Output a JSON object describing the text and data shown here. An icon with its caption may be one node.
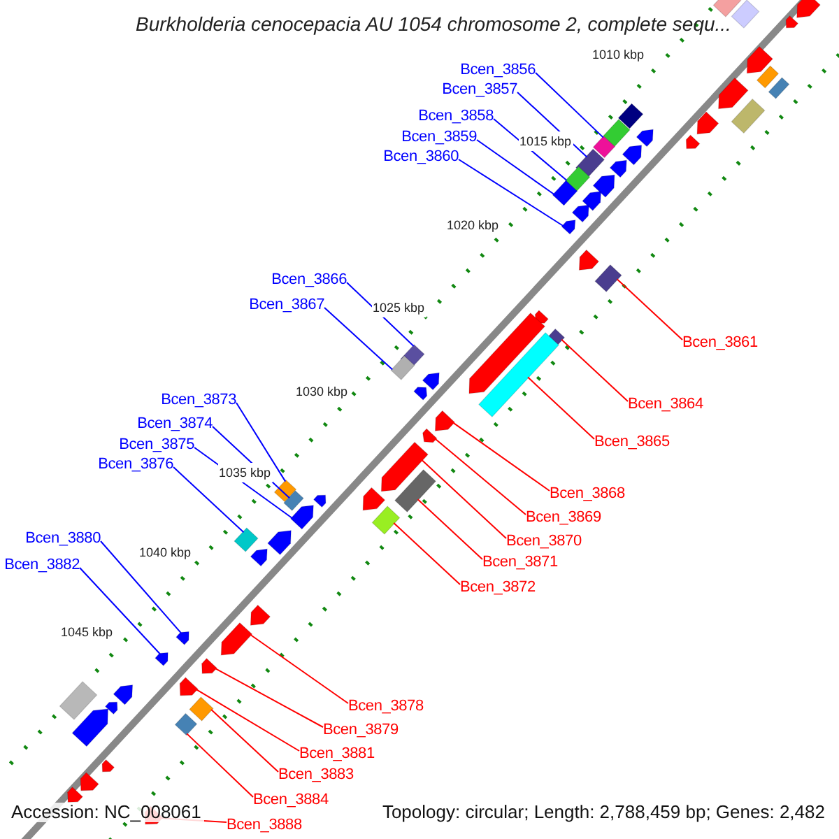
{
  "diagram": {
    "title": "Burkholderia cenocepacia AU 1054 chromosome 2, complete sequ...",
    "nodes": [
      {
        "text": [
          "Bcen_3856"
        ]
      },
      {
        "text": [
          "Bcen_3857"
        ]
      },
      {
        "text": [
          "Bcen_3858"
        ]
      },
      {
        "text": [
          "Bcen_3859"
        ]
      },
      {
        "text": [
          "Bcen_3860"
        ]
      },
      {
        "text": [
          "Bcen_3866"
        ]
      },
      {
        "text": [
          "Bcen_3867"
        ]
      },
      {
        "text": [
          "Bcen_3861"
        ]
      },
      {
        "text": [
          "Bcen_3873"
        ]
      },
      {
        "text": [
          "Bcen_3864"
        ]
      },
      {
        "text": [
          "Bcen_3874"
        ]
      },
      {
        "text": [
          "Bcen_3865"
        ]
      },
      {
        "text": [
          "Bcen_3875"
        ]
      },
      {
        "text": [
          "Bcen_3876"
        ]
      },
      {
        "text": [
          "Bcen_3868"
        ]
      },
      {
        "text": [
          "Bcen_3869"
        ]
      },
      {
        "text": [
          "Bcen_3880"
        ]
      },
      {
        "text": [
          "Bcen_3870"
        ]
      },
      {
        "text": [
          "Bcen_3871"
        ]
      },
      {
        "text": [
          "Bcen_3882"
        ]
      },
      {
        "text": [
          "Bcen_3872"
        ]
      },
      {
        "text": [
          "Bcen_3878"
        ]
      },
      {
        "text": [
          "Bcen_3879"
        ]
      },
      {
        "text": [
          "Bcen_3881"
        ]
      },
      {
        "text": [
          "Bcen_3883"
        ]
      },
      {
        "text": [
          "Bcen_3884"
        ]
      },
      {
        "text": [
          "Bcen_3888"
        ]
      },
      {
        "text": [],
        "shape": "diamond"
      },
      {
        "text": [],
        "shape": "box"
      },
      {
        "text": [],
        "shape": "box"
      },
      {
        "text": [],
        "shape": "box"
      },
      {
        "text": [],
        "shape": "pentagon"
      },
      {
        "text": [],
        "shape": "box"
      },
      {
        "text": [],
        "shape": "box"
      },
      {
        "text": [],
        "shape": "box"
      },
      {
        "text": [],
        "shape": "diamond"
      },
      {
        "text": [],
        "shape": "diamond"
      },
      {
        "text": [],
        "shape": "box"
      },
      {
        "text": [],
        "shape": "box"
      },
      {
        "text": [],
        "shape": "pentagon"
      },
      {
        "text": [],
        "shape": "diamond"
      },
      {
        "text": [],
        "shape": "pentagon"
      },
      {
        "text": [],
        "shape": "pentagon"
      },
      {
        "text": [],
        "shape": "pentagon"
      },
      {
        "text": [],
        "shape": "pentagon"
      },
      {
        "text": [],
        "shape": "box"
      },
      {
        "text": [],
        "shape": "pentagon"
      },
      {
        "text": [],
        "shape": "box"
      },
      {
        "text": [],
        "shape": "pentagon"
      },
      {
        "text": [],
        "shape": "pentagon"
      },
      {
        "text": [],
        "shape": "pentagon"
      },
      {
        "text": [],
        "shape": "diamond"
      },
      {
        "text": [],
        "shape": "diamond"
      },
      {
        "text": [],
        "shape": "pentagon"
      },
      {
        "text": [],
        "shape": "box"
      },
      {
        "text": [],
        "shape": "box"
      },
      {
        "text": [],
        "shape": "pentagon"
      },
      {
        "text": [],
        "shape": "pentagon"
      },
      {
        "text": [],
        "shape": "pentagon"
      },
      {
        "text": [],
        "shape": "box"
      },
      {
        "text": [],
        "shape": "box"
      },
      {
        "text": [],
        "shape": "pentagon"
      },
      {
        "text": [],
        "shape": "box"
      },
      {
        "text": [],
        "shape": "box"
      },
      {
        "text": [],
        "shape": "pentagon"
      },
      {
        "text": [],
        "shape": "box"
      },
      {
        "text": [],
        "shape": "pentagon"
      },
      {
        "text": [],
        "shape": "pentagon"
      },
      {
        "text": [],
        "shape": "pentagon"
      },
      {
        "text": [],
        "shape": "pentagon"
      },
      {
        "text": [],
        "shape": "pentagon"
      },
      {
        "text": [],
        "shape": "pentagon"
      },
      {
        "text": [],
        "shape": "pentagon"
      },
      {
        "text": [],
        "shape": "pentagon"
      },
      {
        "text": [],
        "shape": "pentagon"
      },
      {
        "text": [],
        "shape": "pentagon"
      },
      {
        "text": [],
        "shape": "pentagon"
      },
      {
        "text": [],
        "shape": "pentagon"
      },
      {
        "text": [],
        "shape": "pentagon"
      },
      {
        "text": [],
        "shape": "pentagon"
      },
      {
        "text": [],
        "shape": "pentagon"
      },
      {
        "text": [],
        "shape": "pentagon"
      },
      {
        "text": [],
        "shape": "pentagon"
      },
      {
        "text": [],
        "shape": "pentagon"
      },
      {
        "text": [],
        "shape": "box"
      },
      {
        "text": [],
        "shape": "pentagon"
      },
      {
        "text": [],
        "shape": "pentagon"
      },
      {
        "text": [],
        "shape": "pentagon"
      },
      {
        "text": [],
        "shape": "pentagon"
      },
      {
        "text": [],
        "shape": "pentagon"
      }
    ],
    "edges": [
      {
        "from": 0,
        "to": 27,
        "arrow": "none",
        "color": "#0000ff"
      },
      {
        "from": 1,
        "to": 28,
        "arrow": "none",
        "color": "#0000ff"
      },
      {
        "from": 2,
        "to": 29,
        "arrow": "none",
        "color": "#0000ff"
      },
      {
        "from": 3,
        "to": 30,
        "arrow": "none",
        "color": "#0000ff"
      },
      {
        "from": 4,
        "to": 31,
        "arrow": "none",
        "color": "#0000ff"
      },
      {
        "from": 5,
        "to": 32,
        "arrow": "none",
        "color": "#0000ff"
      },
      {
        "from": 6,
        "to": 33,
        "arrow": "none",
        "color": "#0000ff"
      },
      {
        "from": 7,
        "to": 34,
        "arrow": "none"
      },
      {
        "from": 8,
        "to": 35,
        "arrow": "none",
        "color": "#0000ff"
      },
      {
        "from": 9,
        "to": 36,
        "arrow": "none"
      },
      {
        "from": 10,
        "to": 37,
        "arrow": "none",
        "color": "#0000ff"
      },
      {
        "from": 11,
        "to": 38,
        "arrow": "none"
      },
      {
        "from": 12,
        "to": 39,
        "arrow": "none",
        "color": "#0000ff"
      },
      {
        "from": 13,
        "to": 40,
        "arrow": "none",
        "color": "#0000ff"
      },
      {
        "from": 14,
        "to": 41,
        "arrow": "none"
      },
      {
        "from": 15,
        "to": 42,
        "arrow": "none"
      },
      {
        "from": 16,
        "to": 43,
        "arrow": "none",
        "color": "#0000ff"
      },
      {
        "from": 17,
        "to": 44,
        "arrow": "none"
      },
      {
        "from": 18,
        "to": 45,
        "arrow": "none"
      },
      {
        "from": 19,
        "to": 46,
        "arrow": "none",
        "color": "#0000ff"
      },
      {
        "from": 20,
        "to": 47,
        "arrow": "none"
      },
      {
        "from": 21,
        "to": 48,
        "arrow": "none"
      },
      {
        "from": 22,
        "to": 49,
        "arrow": "none"
      },
      {
        "from": 23,
        "to": 50,
        "arrow": "none"
      },
      {
        "from": 24,
        "to": 51,
        "arrow": "none"
      },
      {
        "from": 25,
        "to": 52,
        "arrow": "none"
      },
      {
        "from": 26,
        "to": 53,
        "arrow": "none"
      }
    ],
    "labels": [
      "1010 kbp",
      "1015 kbp",
      "1020 kbp",
      "1025 kbp",
      "1030 kbp",
      "1035 kbp",
      "1040 kbp",
      "1045 kbp",
      "Accession: NC_008061",
      "Topology: circular; Length: 2,788,459 bp; Genes: 2,482"
    ]
  }
}
